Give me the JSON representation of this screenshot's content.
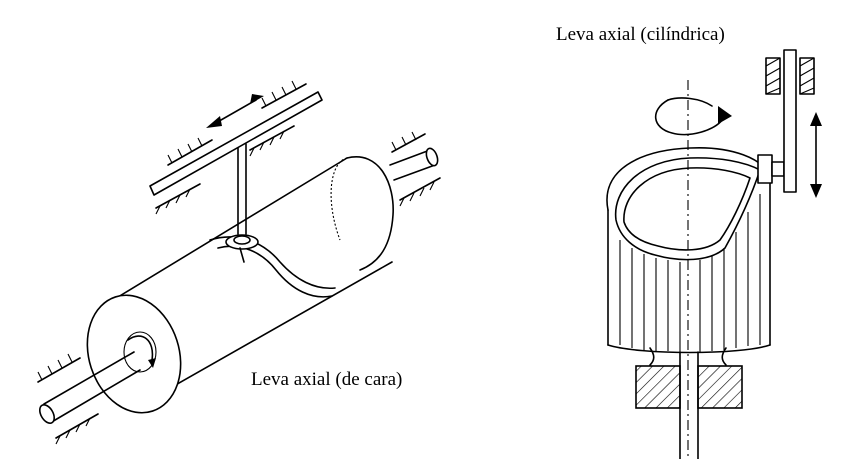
{
  "labels": {
    "face_cam": "Leva axial (de cara)",
    "cylindrical_cam": "Leva axial (cilíndrica)"
  },
  "colors": {
    "background": "#ffffff",
    "line": "#000000"
  },
  "icons": {
    "left_motion_arrow": "double-headed-arrow",
    "left_rotation_arrow": "curved-rotation-arrow",
    "right_motion_arrow": "vertical-double-headed-arrow",
    "right_rotation_arrow": "curved-rotation-arrow"
  }
}
